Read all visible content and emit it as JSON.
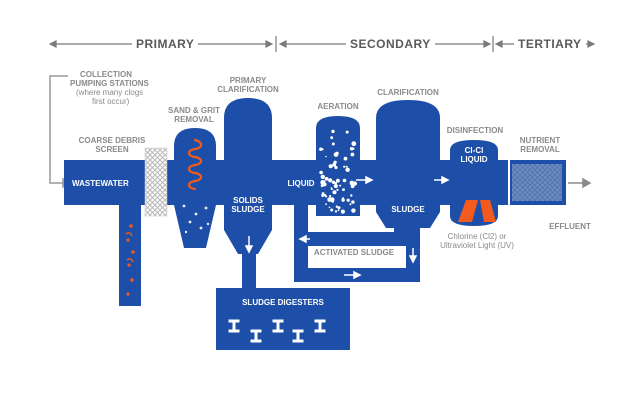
{
  "colors": {
    "pipe": "#1e4fa8",
    "pipe_dark": "#173f8c",
    "accent": "#f25a1e",
    "label": "#8a8a8a",
    "phase": "#5a5a5a"
  },
  "phases": {
    "primary": "PRIMARY",
    "secondary": "SECONDARY",
    "tertiary": "TERTIARY"
  },
  "labels": {
    "collection_1": "COLLECTION",
    "collection_2": "PUMPING STATIONS",
    "collection_3": "(where many clogs",
    "collection_4": "first occur)",
    "coarse_1": "COARSE DEBRIS",
    "coarse_2": "SCREEN",
    "sand_1": "SAND & GRIT",
    "sand_2": "REMOVAL",
    "primary_clar_1": "PRIMARY",
    "primary_clar_2": "CLARIFICATION",
    "aeration": "AERATION",
    "clarification": "CLARIFICATION",
    "disinfection": "DISINFECTION",
    "nutrient_1": "NUTRIENT",
    "nutrient_2": "REMOVAL",
    "wastewater": "WASTEWATER",
    "solids_1": "SOLIDS",
    "solids_2": "SLUDGE",
    "liquid": "LIQUID",
    "sludge": "SLUDGE",
    "cl_1": "Cl-Cl",
    "cl_2": "LIQUID",
    "activated_sludge": "ACTIVATED SLUDGE",
    "sludge_digesters": "SLUDGE DIGESTERS",
    "chlorine_1": "Chlorine (Cl2) or",
    "chlorine_2": "Ultraviolet Light (UV)",
    "effluent": "EFFLUENT"
  }
}
